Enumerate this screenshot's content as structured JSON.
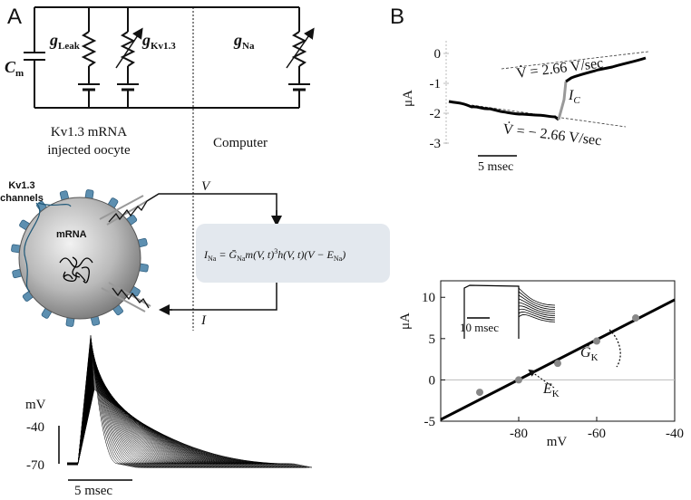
{
  "panels": {
    "a": "A",
    "b": "B"
  },
  "circuit": {
    "cm": {
      "main": "C",
      "sub": "m"
    },
    "gleak": {
      "main": "g",
      "sub": "Leak"
    },
    "gkv": {
      "main": "g",
      "sub": "Kv1.3"
    },
    "gna": {
      "main": "g",
      "sub": "Na"
    },
    "oocyte_line1": "Kv1.3 mRNA",
    "oocyte_line2": "injected oocyte",
    "computer": "Computer"
  },
  "oocyte": {
    "channels_line1": "Kv1.3",
    "channels_line2": "channels",
    "mrna": "mRNA",
    "v": "V",
    "i": "I",
    "eq_lhs": "I",
    "eq_lhs_sub": "Na",
    "eq_mid": " = Ḡ",
    "eq_mid_sub": "Na",
    "eq_rest": "m(V, t)",
    "eq_pow": "3",
    "eq_tail": "h(V, t)(V − E",
    "eq_tail_sub": "Na",
    "eq_close": ")"
  },
  "ap_trace": {
    "unit": "mV",
    "tick_top": "-40",
    "tick_bottom": "-70",
    "scalebar": "5 msec"
  },
  "current_trace": {
    "ylabel": "μA",
    "yticks": [
      "0",
      "-1",
      "-2",
      "-3"
    ],
    "scalebar": "5 msec",
    "slope_up": "V̇ = 2.66 V/sec",
    "slope_down": "V̇ = − 2.66 V/sec",
    "ic": "I",
    "ic_sub": "C"
  },
  "chart_data": {
    "type": "scatter",
    "xlabel": "mV",
    "ylabel": "μA",
    "xlim": [
      -100,
      -40
    ],
    "ylim": [
      -5,
      12
    ],
    "xticks": [
      -80,
      -60,
      -40
    ],
    "yticks": [
      -5,
      0,
      5,
      10
    ],
    "x": [
      -90,
      -80,
      -70,
      -60,
      -50
    ],
    "y": [
      -1.5,
      0,
      2,
      4.7,
      7.5
    ],
    "fit": {
      "x": [
        -100,
        -40
      ],
      "y": [
        -4.8,
        9.7
      ]
    },
    "inset_scalebar": "10 msec",
    "gk_label": "Ḡ",
    "gk_sub": "K",
    "ek_label": "E",
    "ek_sub": "K"
  }
}
